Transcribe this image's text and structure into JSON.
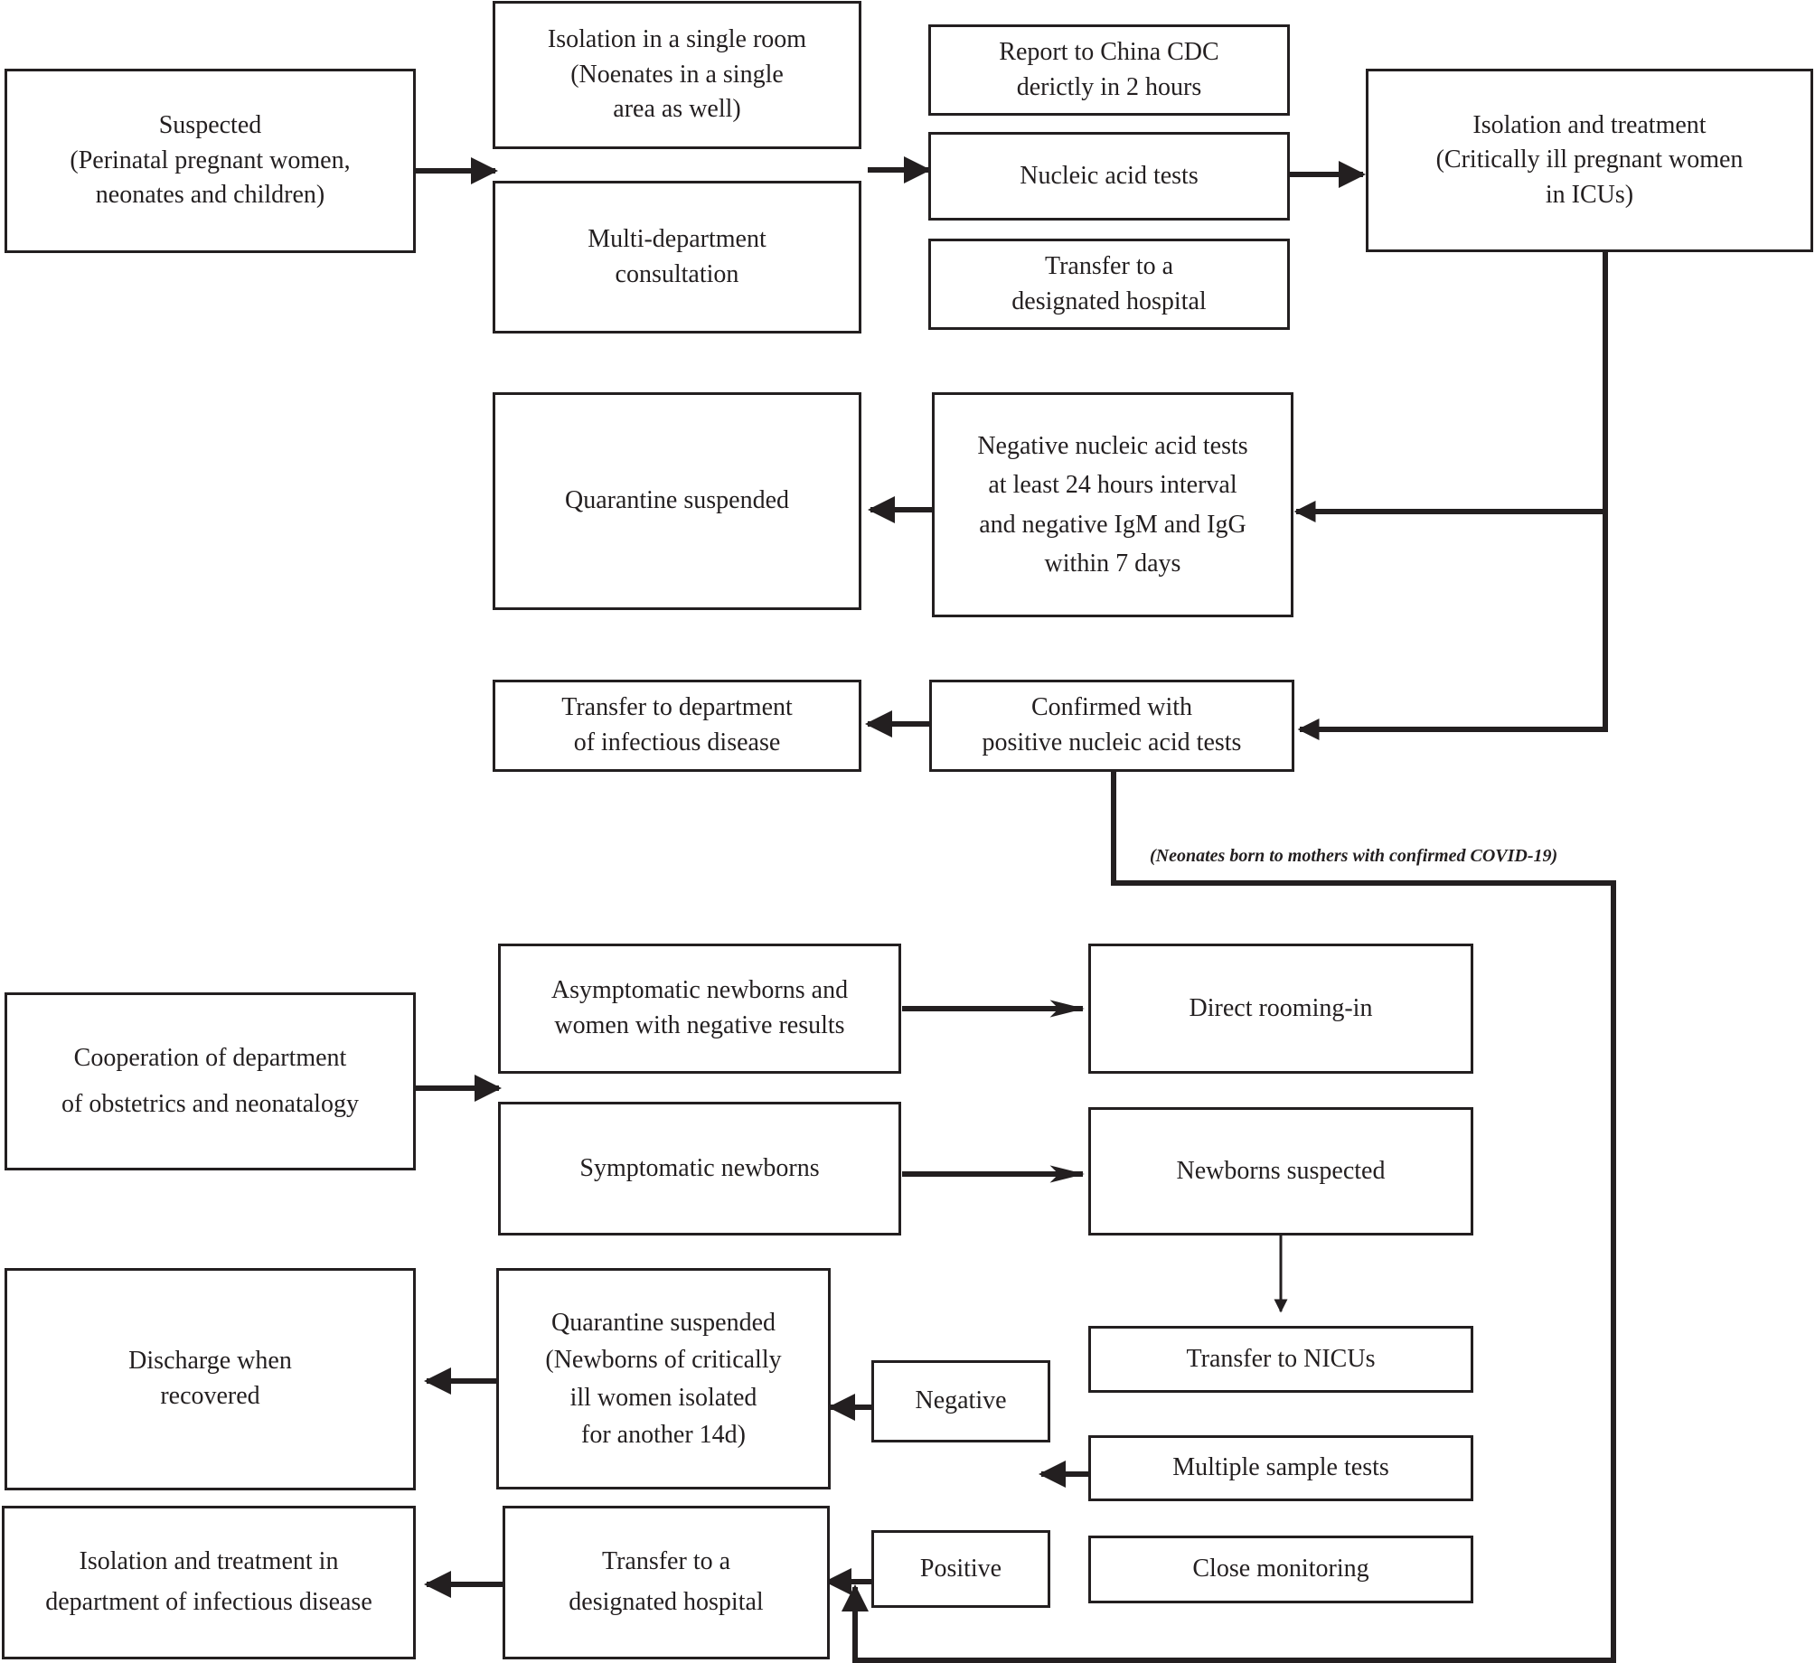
{
  "boxes": {
    "suspected": "Suspected\n(Perinatal pregnant women,\nneonates and children)",
    "isolation_single_room": "Isolation in a single room\n(Noenates in a single\narea as well)",
    "multi_department": "Multi-department\nconsultation",
    "report_cdc": "Report to China CDC\nderictly in 2 hours",
    "nucleic_acid_tests": "Nucleic acid tests",
    "transfer_designated_1": "Transfer to a\ndesignated hospital",
    "isolation_treatment": "Isolation and treatment\n(Critically ill pregnant women\nin ICUs)",
    "quarantine_suspended_1": "Quarantine suspended",
    "negative_tests": "Negative nucleic acid tests\nat least 24 hours interval\nand negative IgM and IgG\nwithin 7 days",
    "transfer_infectious": "Transfer to department\nof infectious disease",
    "confirmed_positive": "Confirmed with\npositive nucleic acid tests",
    "cooperation": "Cooperation of department\nof obstetrics and neonatalogy",
    "asymptomatic": "Asymptomatic newborns and\nwomen with negative results",
    "direct_rooming": "Direct rooming-in",
    "symptomatic": "Symptomatic newborns",
    "newborns_suspected": "Newborns suspected",
    "transfer_nicus": "Transfer to NICUs",
    "multiple_sample": "Multiple sample tests",
    "close_monitoring": "Close monitoring",
    "negative": "Negative",
    "positive": "Positive",
    "quarantine_suspended_2": "Quarantine suspended\n(Newborns of critically\nill women isolated\nfor another 14d)",
    "discharge": "Discharge when\nrecovered",
    "transfer_designated_2": "Transfer to a\ndesignated hospital",
    "isolation_infectious": "Isolation and treatment in\ndepartment of infectious disease"
  },
  "annotation": "(Neonates born to mothers with confirmed COVID-19)",
  "colors": {
    "stroke": "#231f20",
    "background": "#ffffff"
  }
}
